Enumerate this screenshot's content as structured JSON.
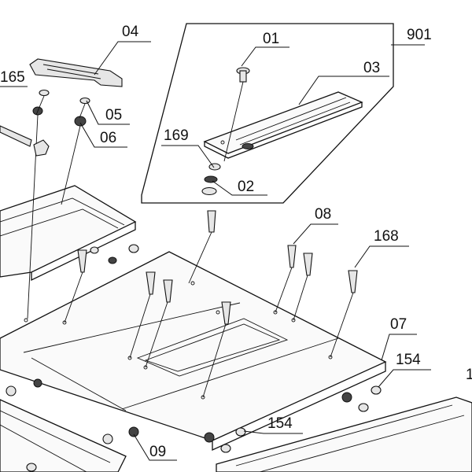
{
  "diagram": {
    "labels": {
      "p01": "01",
      "p02": "02",
      "p03": "03",
      "p04": "04",
      "p05": "05",
      "p06": "06",
      "p07": "07",
      "p08": "08",
      "p09": "09",
      "p154a": "154",
      "p154b": "154",
      "p165": "165",
      "p168": "168",
      "p169": "169",
      "p901": "901",
      "p1_cut": "1"
    }
  }
}
